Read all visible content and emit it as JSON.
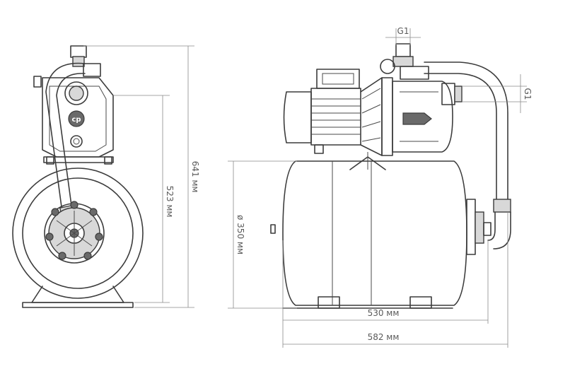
{
  "dimensions": {
    "height_total": "641 мм",
    "height_pump": "523 мм",
    "tank_diameter": "ø 350 мм",
    "tank_length": "530 мм",
    "total_length": "582 мм",
    "thread_top": "G1",
    "thread_side": "G1"
  },
  "logo": "cp"
}
